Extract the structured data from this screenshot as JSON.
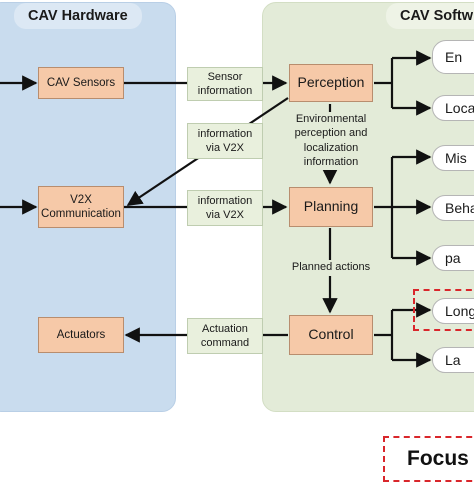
{
  "panels": {
    "hardware_title": "CAV Hardware",
    "software_title": "CAV Softw"
  },
  "hardware": {
    "sensors": "CAV Sensors",
    "v2x": "V2X\nCommunication",
    "actuators": "Actuators"
  },
  "software": {
    "perception": "Perception",
    "planning": "Planning",
    "control": "Control"
  },
  "links": {
    "sensor_info": "Sensor\ninformation",
    "v2x_info_up": "information\nvia V2X",
    "v2x_info_mid": "information\nvia V2X",
    "actuation": "Actuation\ncommand",
    "env_perception": "Environmental\nperception and\nlocalization\ninformation",
    "planned_actions": "Planned actions"
  },
  "outputs": {
    "perception_1": "En",
    "perception_2": "Local",
    "planning_1": "Mis",
    "planning_2": "Beha",
    "planning_3": "pa",
    "control_1": "Longi",
    "control_2": "La"
  },
  "focus": {
    "label": "Focus"
  },
  "colors": {
    "hardware_panel": "#c9dcee",
    "software_panel": "#e3ebd8",
    "node_fill": "#f6c9a8",
    "focus_accent": "#d9262b"
  }
}
